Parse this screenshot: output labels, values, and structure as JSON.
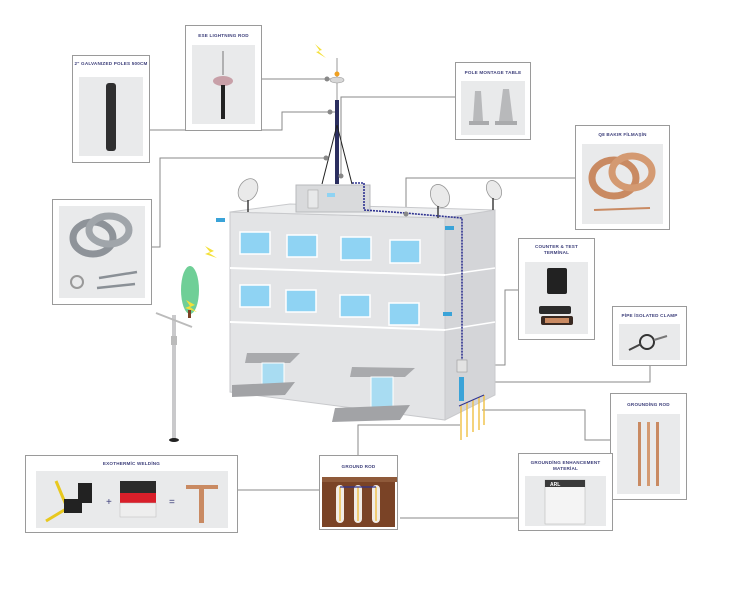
{
  "diagram": {
    "subject": "Lightning protection and grounding system",
    "components": [
      {
        "id": "ese-rod",
        "label": "ESE LIGHTNING ROD"
      },
      {
        "id": "galv-poles",
        "label": "2\" GALVANIZED POLES 500CM"
      },
      {
        "id": "pole-table",
        "label": "POLE MONTAGE TABLE"
      },
      {
        "id": "cable",
        "label": "Q8 BAKIR FİLMAŞİN"
      },
      {
        "id": "counter",
        "label": "COUNTER & TEST TERMİNAL"
      },
      {
        "id": "pipe-clamp",
        "label": "PİPE İSOLATED CLAMP"
      },
      {
        "id": "grounding-rod",
        "label": "GROUNDİNG ROD"
      },
      {
        "id": "enhancement",
        "label": "GROUNDİNG ENHANCEMENT MATERİAL"
      },
      {
        "id": "ground-rod",
        "label": "GROUND ROD"
      },
      {
        "id": "exothermic",
        "label": "EXOTHERMİC WELDİNG"
      },
      {
        "id": "guy-wire",
        "label": ""
      }
    ],
    "exothermic_plus": "+",
    "exothermic_equals": "=",
    "bag_brand": "ARL"
  },
  "colors": {
    "card_border": "#9a9a9a",
    "title_text": "#3d3f7a",
    "connector": "#8a8a8a",
    "down_conductor": "#2f3391",
    "copper": "#c98a62",
    "building": "#e3e4e6",
    "window": "#8fd3f3",
    "lightning": "#f4e03a",
    "grounding_yellow": "#f0c043",
    "soil": "#7a4326",
    "tree": "#6fcf97"
  }
}
